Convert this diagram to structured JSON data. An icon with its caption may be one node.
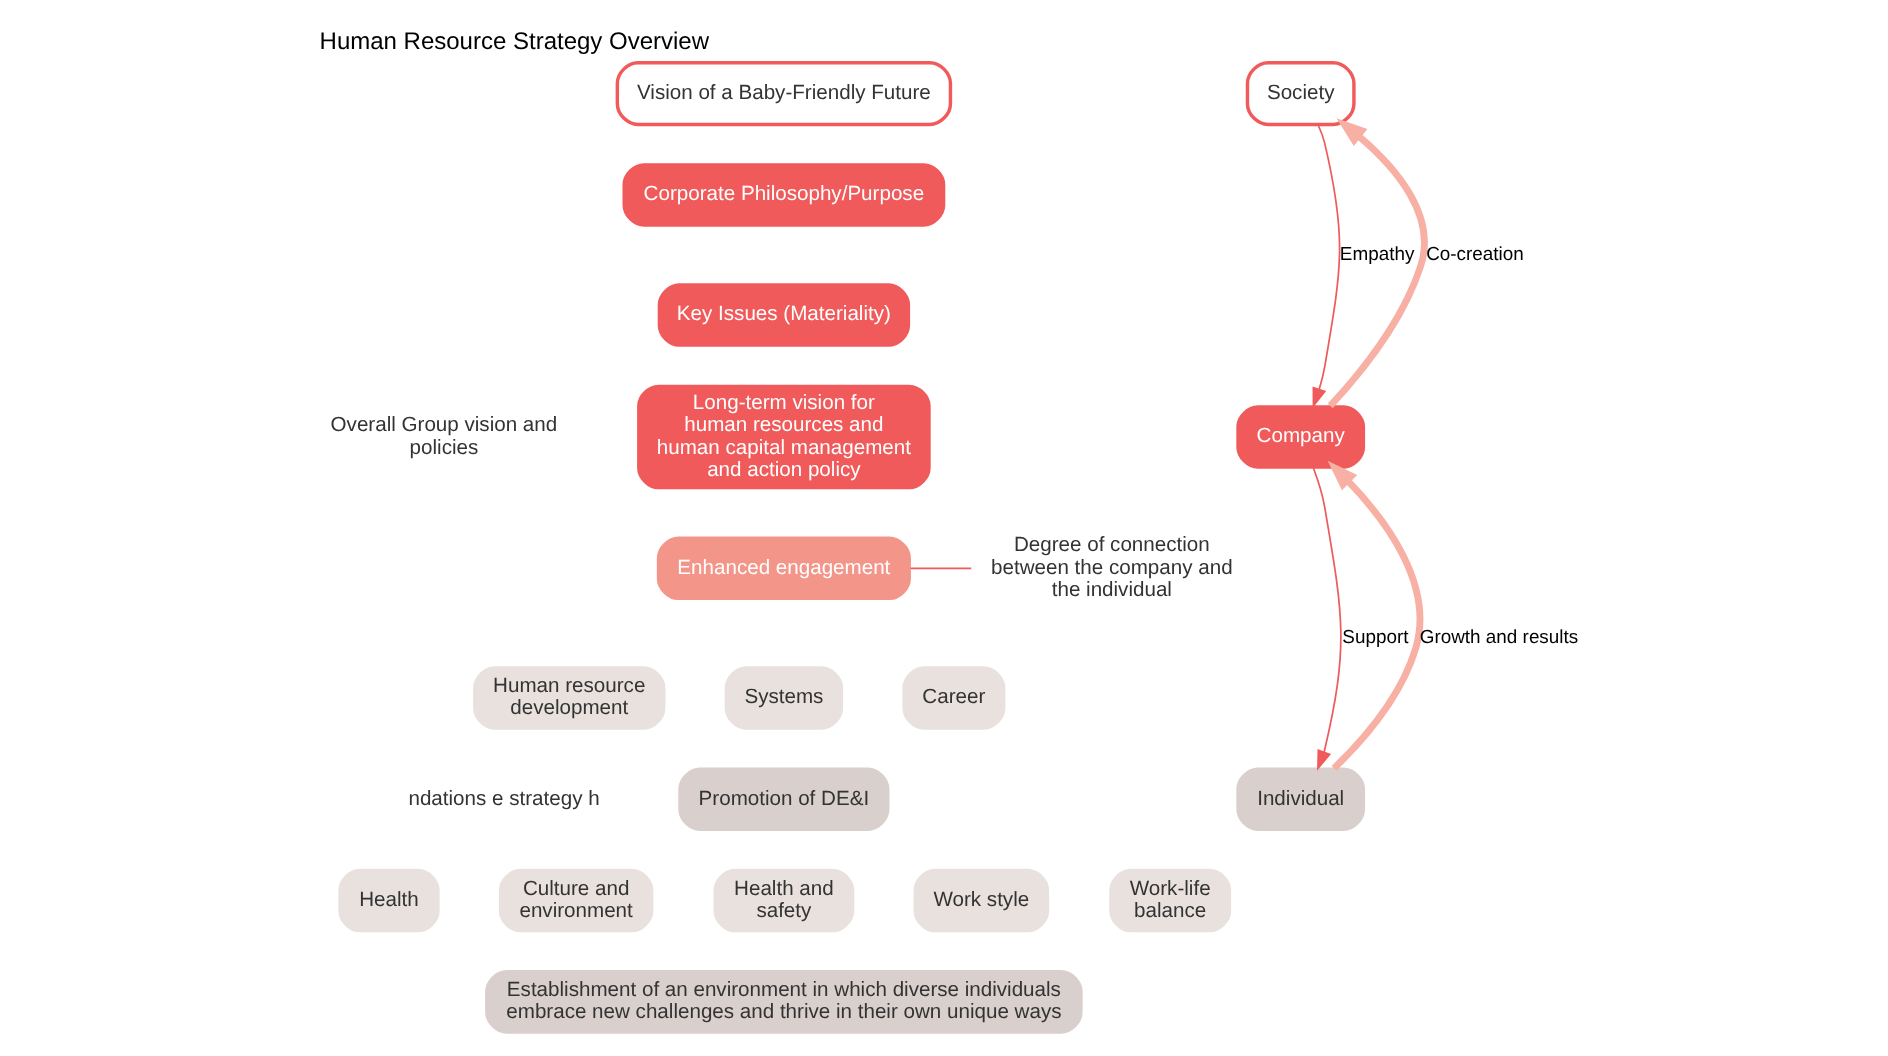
{
  "diagram": {
    "title": "Human Resource Strategy Overview",
    "nodes": [
      {
        "text": [
          "Vision of a Baby-Friendly Future"
        ]
      },
      {
        "text": [
          "Corporate Philosophy/Purpose"
        ]
      },
      {
        "text": [
          "Key Issues (Materiality)"
        ]
      },
      {
        "text": [
          "Long-term vision for human resources and human capital management and action policy"
        ]
      },
      {
        "text": [
          "Enhanced engagement"
        ]
      },
      {
        "text": [
          "Human resource development"
        ]
      },
      {
        "text": [
          "Systems"
        ]
      },
      {
        "text": [
          "Career"
        ]
      },
      {
        "text": [
          "Promotion of DE&I"
        ]
      },
      {
        "text": [
          "Health"
        ]
      },
      {
        "text": [
          "Culture and environment"
        ]
      },
      {
        "text": [
          "Health and safety"
        ]
      },
      {
        "text": [
          "Work style"
        ]
      },
      {
        "text": [
          "Work-life balance"
        ]
      },
      {
        "text": [
          "Establishment of an environment in which diverse individuals embrace new challenges and thrive in their own unique ways"
        ]
      },
      {
        "text": [
          "Society"
        ]
      },
      {
        "text": [
          "Company"
        ]
      },
      {
        "text": [
          "Individual"
        ]
      },
      {
        "text": [
          "Degree of connection between the company and the individual"
        ]
      }
    ],
    "edges": [
      {
        "from": 15,
        "to": 16,
        "arrow": "to",
        "label": "Empathy"
      },
      {
        "from": 16,
        "to": 15,
        "arrow": "to",
        "label": "Co-creation",
        "style": "thick",
        "color": "#f7b0a3"
      },
      {
        "from": 16,
        "to": 17,
        "arrow": "to",
        "label": "Support"
      },
      {
        "from": 17,
        "to": 16,
        "arrow": "to",
        "label": "Growth and results",
        "style": "thick",
        "color": "#f7b0a3"
      },
      {
        "from": 18,
        "to": 4,
        "arrow": "none"
      }
    ],
    "labels": [
      "Overall Group vision and policies",
      "ndations e strategy h"
    ]
  }
}
